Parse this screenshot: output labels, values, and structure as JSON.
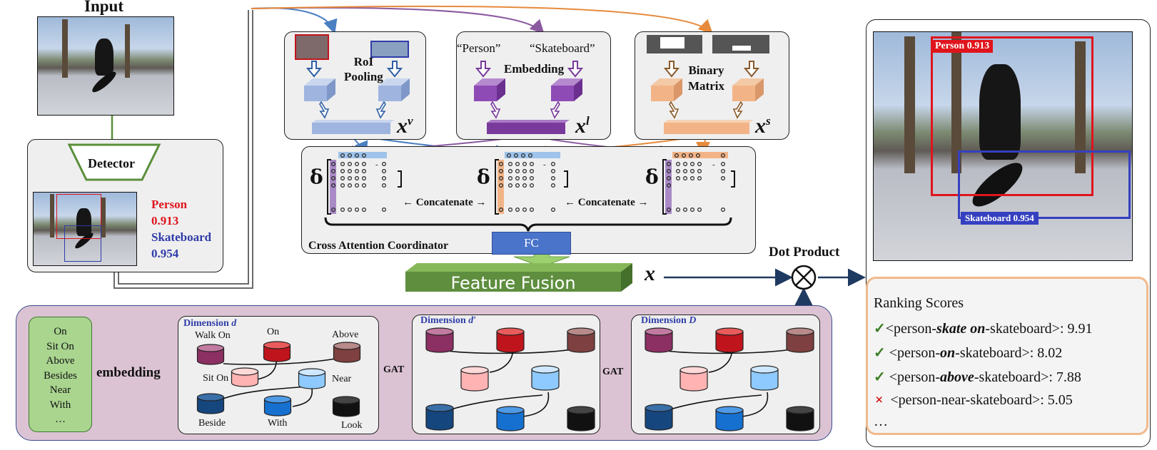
{
  "input": {
    "title": "Input",
    "detector_label": "Detector",
    "detections": [
      {
        "label": "Person",
        "score": "0.913",
        "color": "#e0141c"
      },
      {
        "label": "Skateboard",
        "score": "0.954",
        "color": "#2f3ba8"
      }
    ]
  },
  "modules": {
    "roi": {
      "line1": "RoI",
      "line2": "Pooling",
      "var": "x",
      "sup": "v"
    },
    "embedding": {
      "title": "Embedding",
      "person_label": "“Person”",
      "skateboard_label": "“Skateboard”",
      "var": "x",
      "sup": "l"
    },
    "binary": {
      "line1": "Binary",
      "line2": "Matrix",
      "var": "x",
      "sup": "s"
    }
  },
  "coordinator": {
    "title": "Cross Attention Coordinator",
    "concat1": "Concatenate",
    "concat2": "Concatenate",
    "delta": "δ",
    "dash": "-"
  },
  "fc_label": "FC",
  "fusion": {
    "label": "Feature Fusion",
    "var": "x"
  },
  "dot_product": "Dot Product",
  "output": {
    "detections": [
      {
        "label": "Person 0.913",
        "color": "#e0141c"
      },
      {
        "label": "Skateboard 0.954",
        "color": "#3540c0"
      }
    ]
  },
  "vocab": [
    "On",
    "Sit On",
    "Above",
    "Besides",
    "Near",
    "With",
    "…"
  ],
  "embedding_arrow_label": "embedding",
  "gat1": "GAT",
  "gat2": "GAT",
  "graphs": {
    "dim1": {
      "prefix": "Dimension ",
      "sym": "d",
      "labels": [
        "Walk On",
        "On",
        "Above",
        "Sit On",
        "Near",
        "Beside",
        "With",
        "Look"
      ]
    },
    "dim2": {
      "prefix": "Dimension ",
      "sym": "d′"
    },
    "dim3": {
      "prefix": "Dimension ",
      "sym": "D"
    }
  },
  "ranking": {
    "title": "Ranking Scores",
    "items": [
      {
        "mark": "✓",
        "pre": "<person-",
        "verb": "skate on",
        "post": "-skateboard>: 9.91",
        "correct": true
      },
      {
        "mark": "✓",
        "pre": "<person-",
        "verb": "on",
        "post": "-skateboard>: 8.02",
        "correct": true
      },
      {
        "mark": "✓",
        "pre": "<person-",
        "verb": "above",
        "post": "-skateboard>: 7.88",
        "correct": true
      },
      {
        "mark": "×",
        "pre": "<person-near-skateboard>: 5.05",
        "verb": "",
        "post": "",
        "correct": false
      }
    ],
    "ellipsis": "…"
  },
  "colors": {
    "panel_bg": "#efefef",
    "detector_green": "#5a8f3a",
    "roi_blue": "#8fa9d8",
    "embed_purple": "#7a3a9c",
    "binary_orange": "#e6a97a",
    "fc_blue": "#4a74c9",
    "fusion_green": "#5e8e3e",
    "graph_bg": "#dcc3d4",
    "ranking_border": "#f0b98c",
    "dark_navy": "#1f3a60"
  }
}
